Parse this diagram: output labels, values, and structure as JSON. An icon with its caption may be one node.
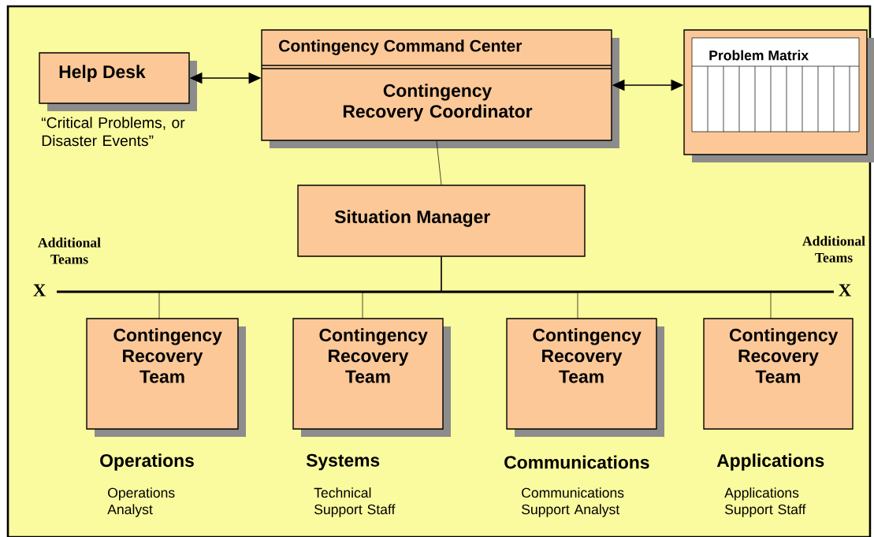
{
  "diagram": {
    "nodes": [
      {
        "text": [
          "Help Desk"
        ],
        "beside": [
          "“Critical Problems, or Disaster Events”"
        ]
      },
      {
        "text": [
          "Contingency Command Center",
          "Contingency Recovery Coordinator"
        ]
      },
      {
        "text": [
          "Problem Matrix"
        ]
      },
      {
        "text": [
          "Situation Manager"
        ]
      },
      {
        "text": [
          "Contingency Recovery Team"
        ],
        "beside": [
          "Operations",
          "Operations Analyst"
        ]
      },
      {
        "text": [
          "Contingency Recovery Team"
        ],
        "beside": [
          "Systems",
          "Technical Support Staff"
        ]
      },
      {
        "text": [
          "Contingency Recovery Team"
        ],
        "beside": [
          "Communications",
          "Communications Support Analyst"
        ]
      },
      {
        "text": [
          "Contingency Recovery Team"
        ],
        "beside": [
          "Applications",
          "Applications Support Staff"
        ]
      }
    ],
    "edges": [
      {
        "from": 0,
        "to": 1,
        "arrow": "both"
      },
      {
        "from": 1,
        "to": 2,
        "arrow": "both"
      },
      {
        "from": 1,
        "to": 3,
        "arrow": "none"
      },
      {
        "from": 3,
        "to": 4,
        "arrow": "none"
      },
      {
        "from": 3,
        "to": 5,
        "arrow": "none"
      },
      {
        "from": 3,
        "to": 6,
        "arrow": "none"
      },
      {
        "from": 3,
        "to": 7,
        "arrow": "none"
      }
    ],
    "labels": [
      "Additional Teams",
      "X",
      "Additional Teams",
      "X"
    ]
  }
}
